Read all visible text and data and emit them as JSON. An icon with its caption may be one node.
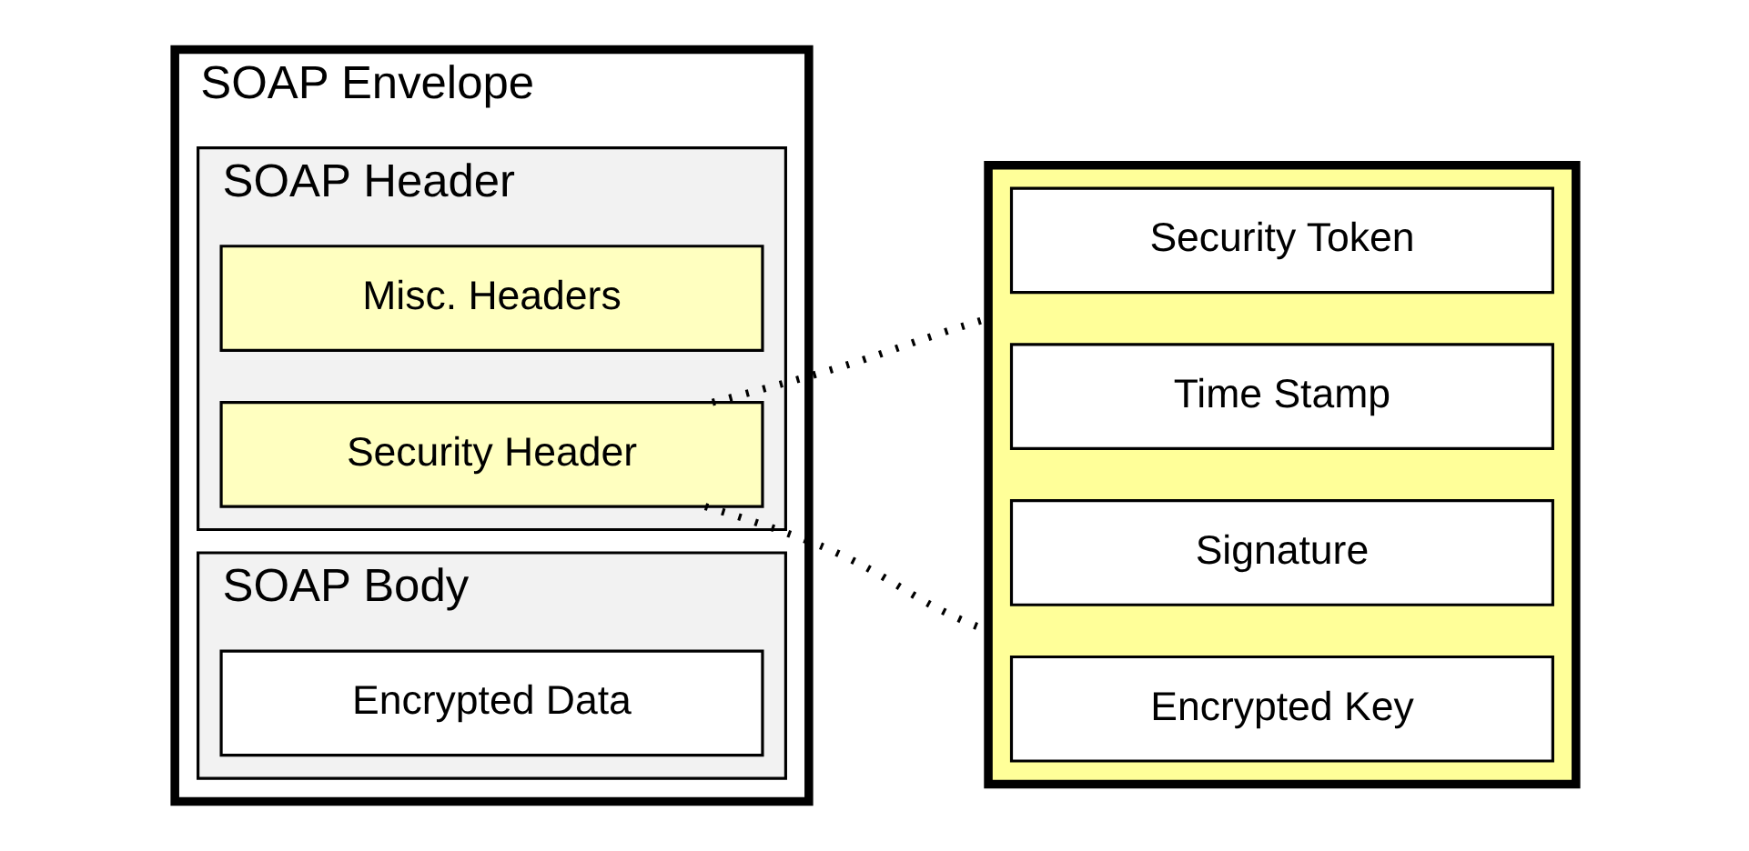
{
  "diagram": {
    "nodes": [
      {
        "text": [
          "SOAP Envelope"
        ]
      },
      {
        "text": [
          "SOAP Header"
        ],
        "in": 0
      },
      {
        "text": [
          "Misc. Headers"
        ],
        "in": 1
      },
      {
        "text": [
          "Security Header"
        ],
        "in": 1
      },
      {
        "text": [
          "SOAP Body"
        ],
        "in": 0
      },
      {
        "text": [
          "Encrypted Data"
        ],
        "in": 4
      },
      {
        "text": [],
        "shape": "box"
      },
      {
        "text": [
          "Security Token"
        ],
        "in": 6
      },
      {
        "text": [
          "Time Stamp"
        ],
        "in": 6
      },
      {
        "text": [
          "Signature"
        ],
        "in": 6
      },
      {
        "text": [
          "Encrypted Key"
        ],
        "in": 6
      }
    ],
    "edges": [
      {
        "from": 3,
        "to": 6,
        "arrow": "none",
        "style": "dashed"
      },
      {
        "from": 3,
        "to": 6,
        "arrow": "none",
        "style": "dashed"
      }
    ]
  }
}
